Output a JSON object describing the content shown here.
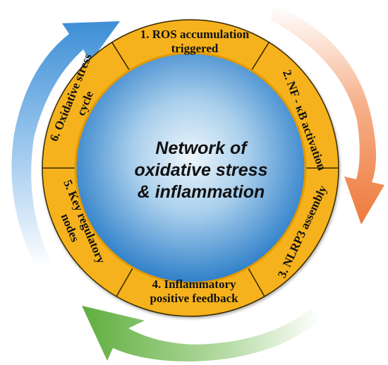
{
  "center": {
    "lines": [
      "Network of",
      "oxidative stress",
      "& inflammation"
    ]
  },
  "segments": [
    {
      "lines": [
        "1. ROS accumulation",
        "triggered"
      ]
    },
    {
      "lines": [
        "2. NF - κB activation"
      ]
    },
    {
      "lines": [
        "3. NLRP3 assembly"
      ]
    },
    {
      "lines": [
        "4. Inflammatory",
        "positive feedback"
      ]
    },
    {
      "lines": [
        "5. Key regulatory",
        "nodes"
      ]
    },
    {
      "lines": [
        "6. Oxidative stress",
        "cycle"
      ]
    }
  ],
  "colors": {
    "ring": "#F5B21B",
    "ring_dark": "#E29A00",
    "center_light": "#EAF4FB",
    "center_dark": "#2E7FC9",
    "arrow_orange": "#EE7A3C",
    "arrow_green": "#6CB34B",
    "arrow_blue": "#3D8FD6"
  },
  "arrows": [
    {
      "name": "orange-arrow",
      "color": "orange"
    },
    {
      "name": "green-arrow",
      "color": "green"
    },
    {
      "name": "blue-arrow",
      "color": "blue"
    }
  ]
}
